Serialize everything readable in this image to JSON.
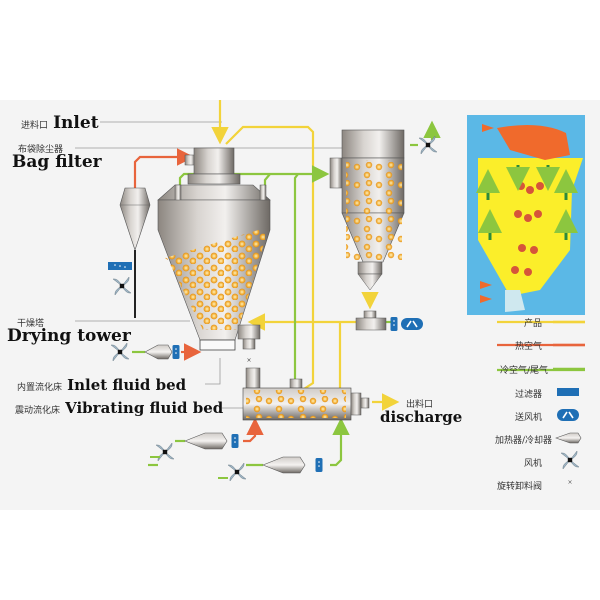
{
  "labels": {
    "inlet": {
      "cn": "进料口",
      "en": "Inlet"
    },
    "bag_filter": {
      "cn": "布袋除尘器",
      "en": "Bag filter"
    },
    "drying_tower": {
      "cn": "干燥塔",
      "en": "Drying tower"
    },
    "inlet_fluid_bed": {
      "cn": "内置流化床",
      "en": "Inlet fluid bed"
    },
    "vibrating_fluid_bed": {
      "cn": "震动流化床",
      "en": "Vibrating fluid bed"
    },
    "discharge": {
      "cn": "出料口",
      "en": "discharge"
    }
  },
  "legend": {
    "items": [
      {
        "label": "产品",
        "icon": "yellow-line",
        "color": "#f2d33a"
      },
      {
        "label": "热空气",
        "icon": "red-line",
        "color": "#e8643c"
      },
      {
        "label": "冷空气/尾气",
        "icon": "green-line",
        "color": "#8cc63f"
      },
      {
        "label": "过滤器",
        "icon": "filter-icon",
        "color": "#1f6fb5"
      },
      {
        "label": "送风机",
        "icon": "blower-icon",
        "color": "#1f6fb5"
      },
      {
        "label": "加热器/冷却器",
        "icon": "heater-cooler-icon",
        "color": "#8a8580"
      },
      {
        "label": "风机",
        "icon": "fan-icon",
        "color": "#222222"
      },
      {
        "label": "旋转卸料阀",
        "icon": "rotary-valve-icon",
        "color": "#555555"
      }
    ]
  },
  "colors": {
    "product": "#f2d33a",
    "hot_air": "#e8643c",
    "cold_air": "#8cc63f",
    "filter_blue": "#1f6fb5",
    "inset_bg": "#5bb8e6",
    "inset_yellow": "#fbee2a",
    "inset_orange": "#f06a2c"
  }
}
